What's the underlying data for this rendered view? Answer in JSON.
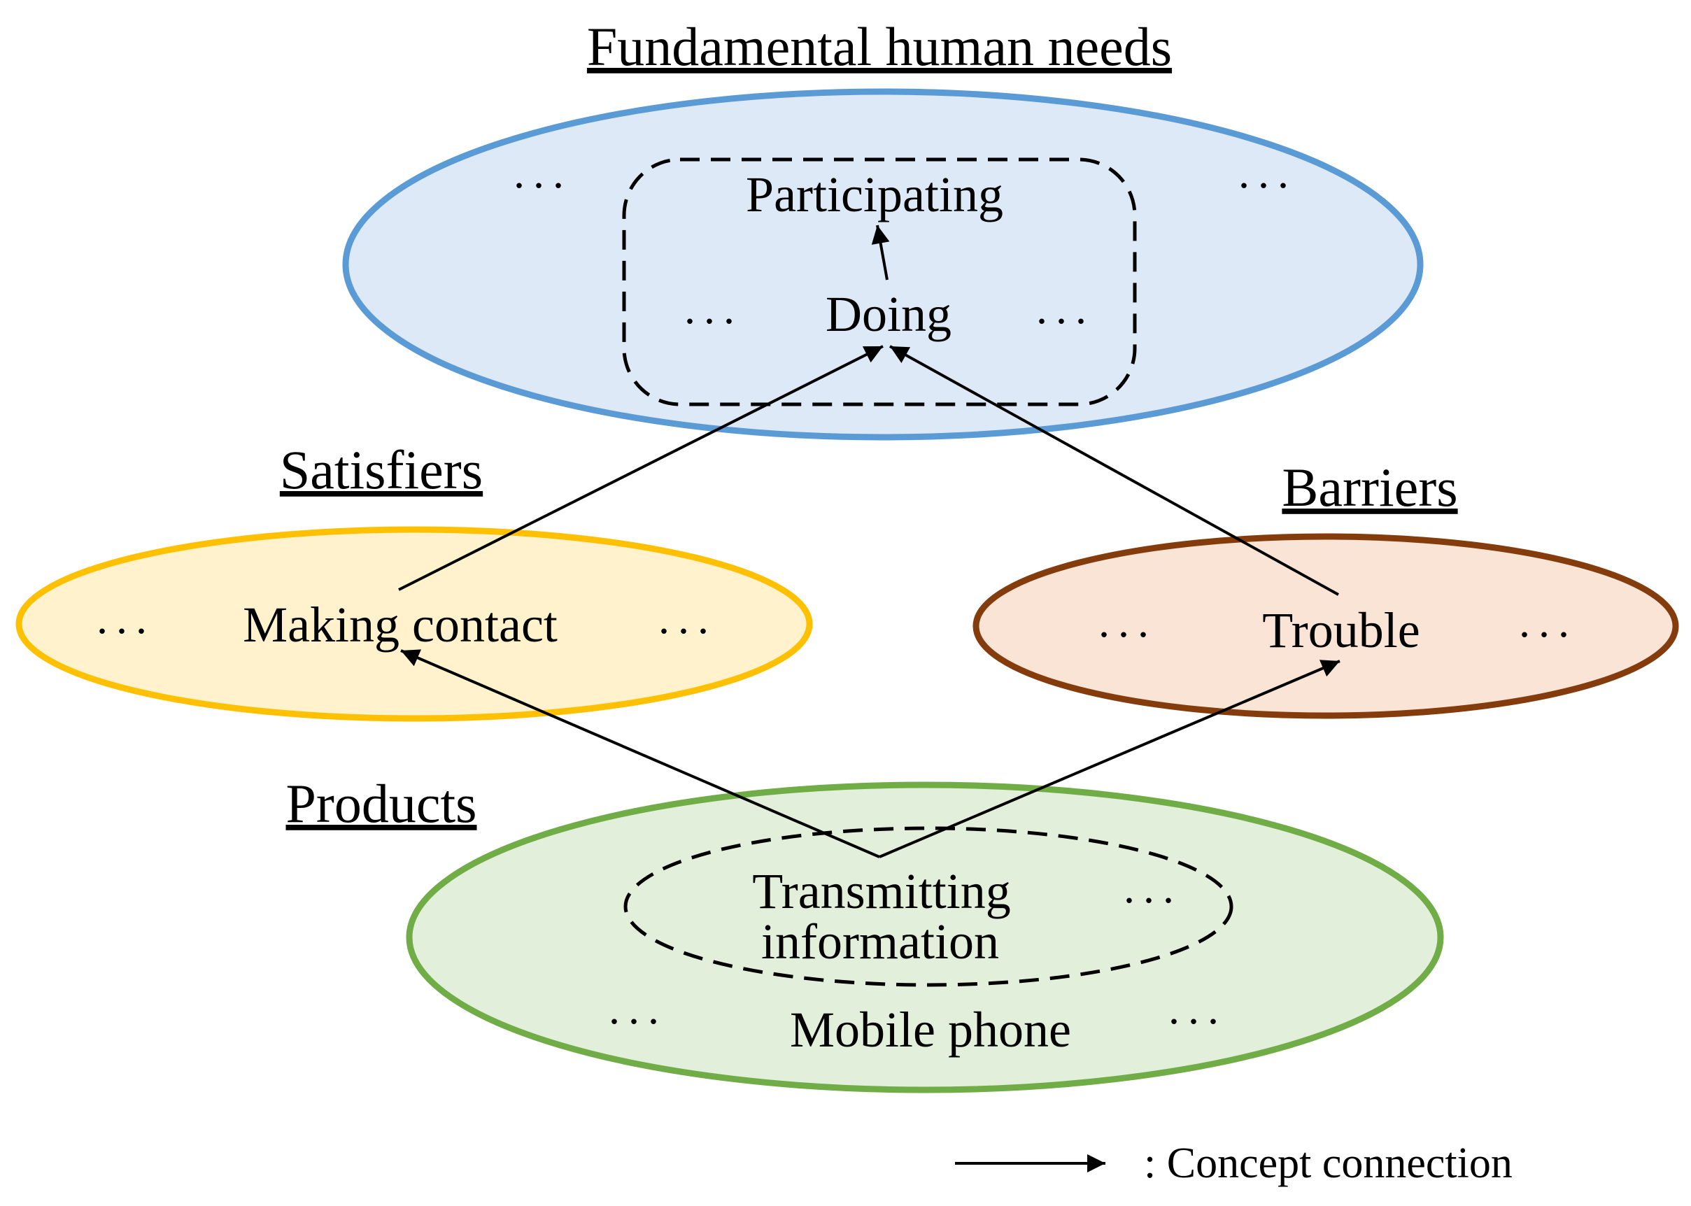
{
  "titles": {
    "needs": "Fundamental human needs",
    "satisfiers": "Satisfiers",
    "barriers": "Barriers",
    "products": "Products"
  },
  "nodes": {
    "participating": "Participating",
    "doing": "Doing",
    "making_contact": "Making contact",
    "trouble": "Trouble",
    "transmitting_line1": "Transmitting",
    "transmitting_line2": "information",
    "mobile_phone": "Mobile phone"
  },
  "ellipsis": "...",
  "legend": {
    "label": ": Concept connection"
  },
  "colors": {
    "needs_fill": "#dde9f6",
    "needs_stroke": "#5b9bd5",
    "satisfiers_fill": "#fff2cc",
    "satisfiers_stroke": "#ffc000",
    "barriers_fill": "#f9e4d6",
    "barriers_stroke": "#843c0c",
    "products_fill": "#e2efda",
    "products_stroke": "#70ad47",
    "arrow": "#000000"
  }
}
